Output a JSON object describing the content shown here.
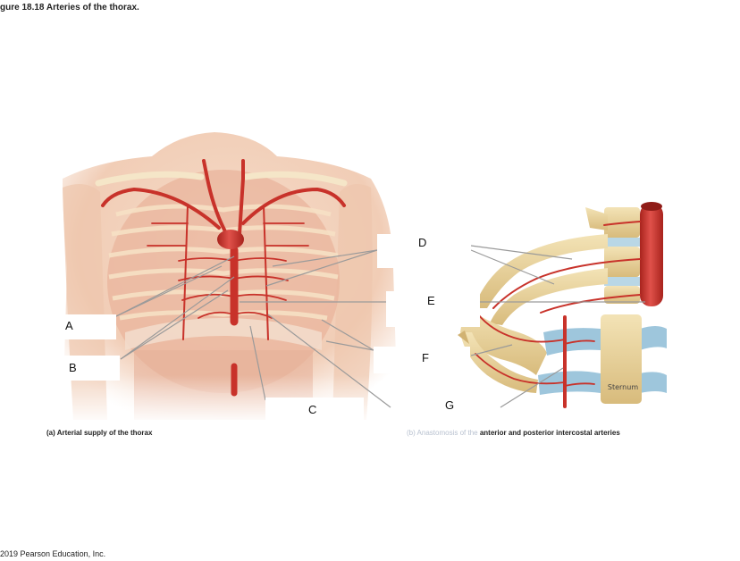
{
  "figure_title": "gure 18.18 Arteries of the thorax.",
  "caption_a": "(a) Arterial supply of the thorax",
  "caption_b_obscured": "(b) Anastomosis of the",
  "caption_b": "anterior and posterior intercostal arteries",
  "sternum_label": "Sternum",
  "copyright": "2019 Pearson Education, Inc.",
  "labels": [
    "A",
    "B",
    "C",
    "D",
    "E",
    "F",
    "G"
  ],
  "colors": {
    "artery": "#c8322a",
    "bone": "#e6cf96",
    "cartilage": "#9ec6dc",
    "skin": "#f3d2bd",
    "muscle": "#e2a990"
  }
}
